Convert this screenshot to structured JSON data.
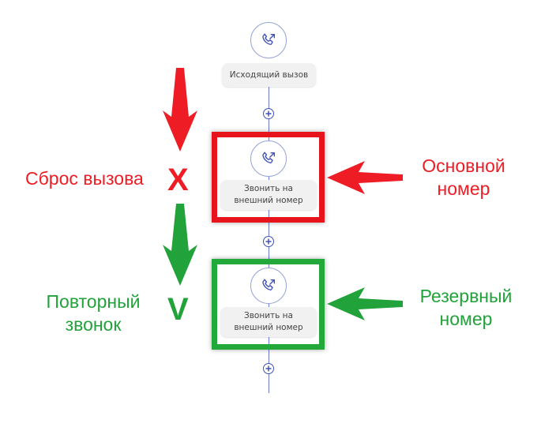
{
  "nodes": [
    {
      "label": "Исходящий вызов",
      "icon": "phone-outgoing-icon"
    },
    {
      "label_line1": "Звонить на",
      "label_line2": "внешний номер",
      "icon": "phone-outgoing-icon"
    },
    {
      "label_line1": "Звонить на",
      "label_line2": "внешний номер",
      "icon": "phone-outgoing-icon"
    }
  ],
  "annotations": {
    "drop_call": "Сброс вызова",
    "drop_mark": "X",
    "main_number_line1": "Основной",
    "main_number_line2": "номер",
    "retry_line1": "Повторный",
    "retry_line2": "звонок",
    "retry_mark": "V",
    "backup_number_line1": "Резервный",
    "backup_number_line2": "номер"
  },
  "colors": {
    "red": "#e8141b",
    "green": "#23a83a",
    "flow_line": "#6a7bd0",
    "node_accent": "#3f51b5"
  }
}
